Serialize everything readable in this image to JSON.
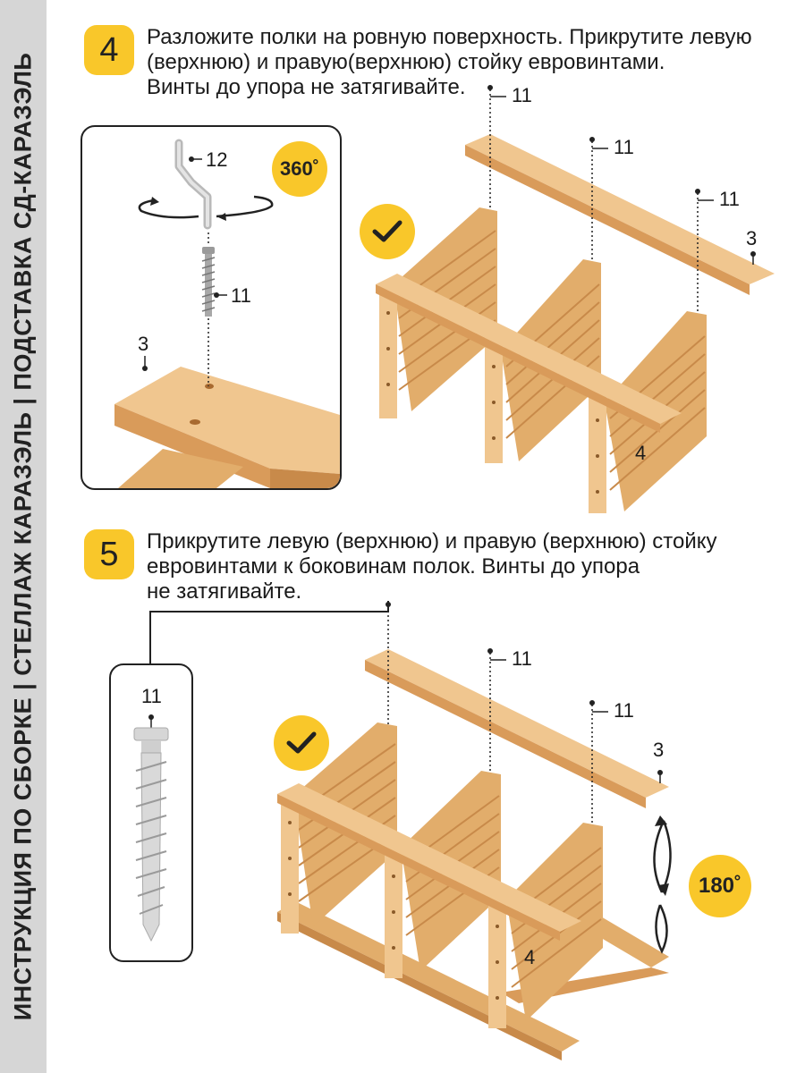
{
  "side_title": "ИНСТРУКЦИЯ ПО СБОРКЕ | СТЕЛЛАЖ КАРАЗЭЛЬ | ПОДСТАВКА СД-КАРАЗЭЛЬ",
  "step4": {
    "number": "4",
    "lines": [
      "Разложите полки на ровную поверхность. Прикрутите левую",
      "(верхнюю) и правую(верхнюю) стойку евровинтами.",
      "Винты до упора не затягивайте."
    ],
    "detail": {
      "rotation": "360˚",
      "key_label": "12",
      "screw_label": "11",
      "part_label": "3"
    },
    "labels": {
      "screw_a": "11",
      "screw_b": "11",
      "screw_c": "11",
      "board": "3",
      "side": "4"
    }
  },
  "step5": {
    "number": "5",
    "lines": [
      "Прикрутите левую (верхнюю) и правую (верхнюю) стойку",
      "евровинтами к боковинам полок. Винты до упора",
      "не затягивайте."
    ],
    "detail": {
      "screw_label": "11"
    },
    "rotation": "180˚",
    "labels": {
      "screw_a": "11",
      "screw_b": "11",
      "board": "3",
      "side": "4"
    }
  },
  "colors": {
    "accent": "#f9c72a",
    "wood": "#e2ad6b",
    "wood_dark": "#c88a4a",
    "wood_light": "#f0c68f"
  }
}
